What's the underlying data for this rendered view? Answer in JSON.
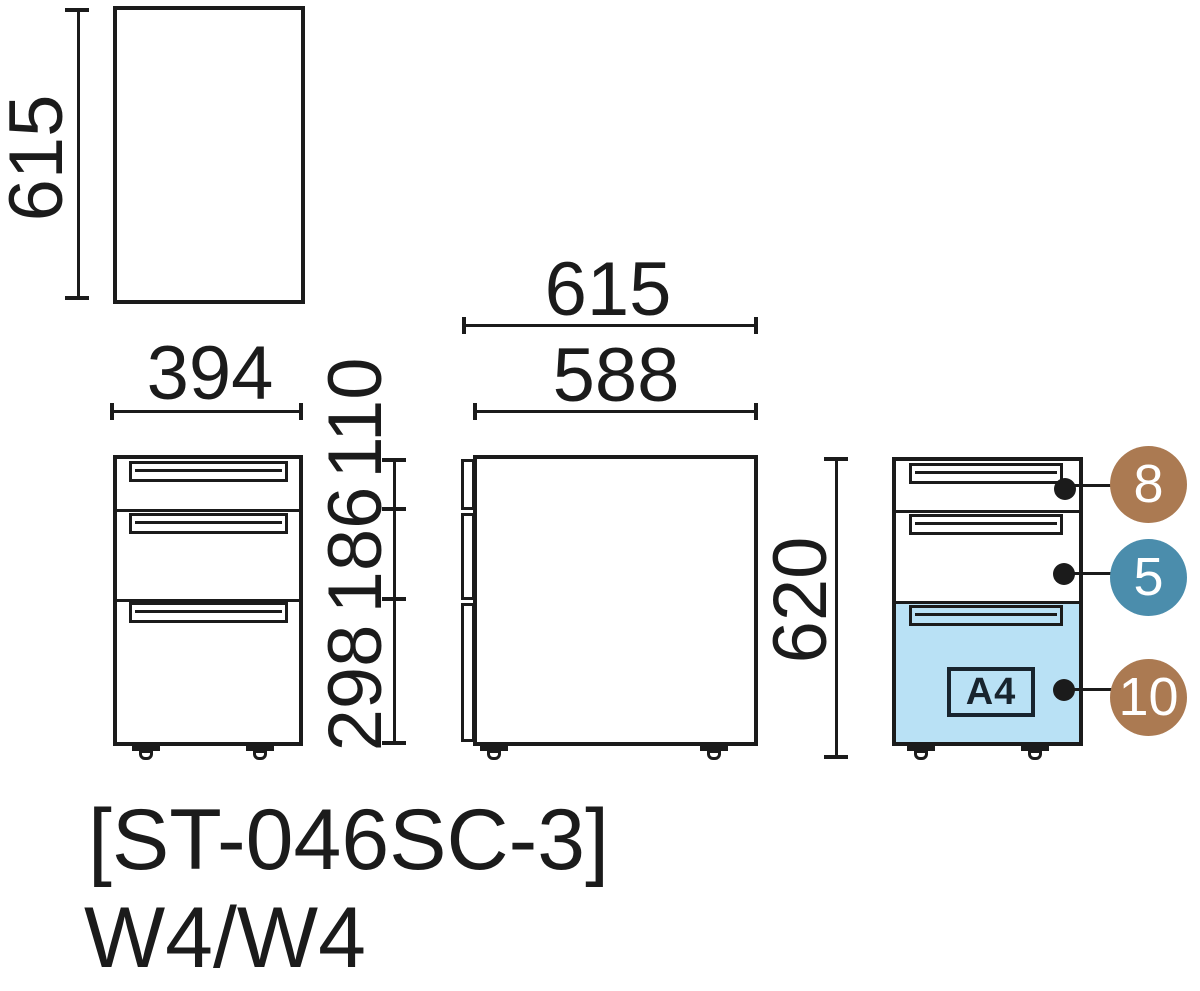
{
  "drawing": {
    "model_code": "[ST-046SC-3]",
    "color_code": "W4/W4"
  },
  "colors": {
    "line": "#1b1b1b",
    "background": "#ffffff",
    "highlight_fill": "#b9e1f5",
    "badge_brown": "#ab7a52",
    "badge_blue": "#4b8dac",
    "label_dark": "#18242e"
  },
  "top_view": {
    "depth_mm": "615"
  },
  "front_view": {
    "width_mm": "394",
    "drawer_heights_mm": [
      "110",
      "186",
      "298"
    ]
  },
  "side_view": {
    "depth_mm": "615",
    "body_depth_mm": "588",
    "height_mm": "620"
  },
  "callout_view": {
    "paper_size_label": "A4",
    "callouts": [
      {
        "number": "8",
        "color": "badge_brown"
      },
      {
        "number": "5",
        "color": "badge_blue"
      },
      {
        "number": "10",
        "color": "badge_brown"
      }
    ]
  }
}
